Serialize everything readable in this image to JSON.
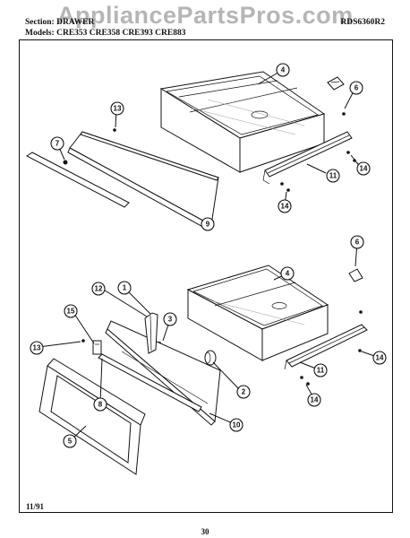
{
  "watermark": "AppliancePartsPros.com",
  "header": {
    "section_line": "Section:  DRAWER",
    "models_line": "Models:  CRE353  CRE358  CRE393  CRE883",
    "part_number": "RDS6360R2"
  },
  "footer": {
    "date": "11/91",
    "page": "30"
  },
  "callouts": [
    "4",
    "6",
    "13",
    "7",
    "11",
    "14",
    "14",
    "9",
    "6",
    "4",
    "12",
    "1",
    "15",
    "3",
    "13",
    "14",
    "11",
    "14",
    "2",
    "8",
    "10",
    "5"
  ]
}
